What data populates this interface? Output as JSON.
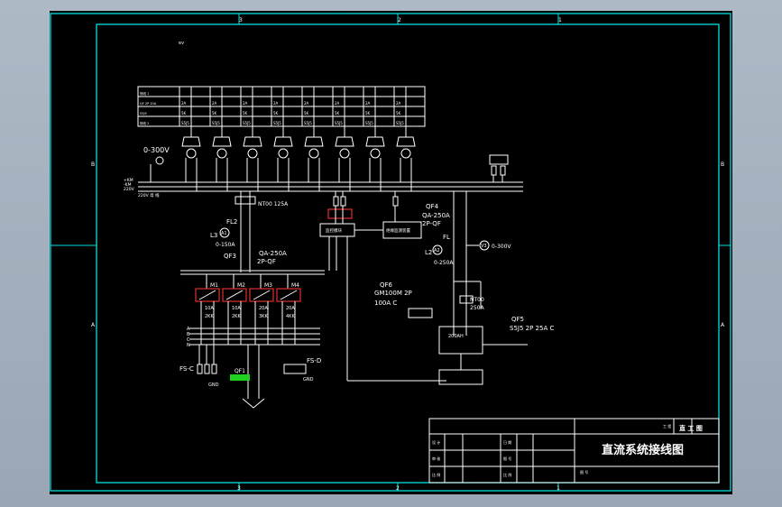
{
  "viewer": {
    "border_ticks_top": [
      "3",
      "2",
      "1"
    ],
    "border_ticks_bottom": [
      "3",
      "2",
      "1"
    ],
    "border_ticks_left": [
      "B",
      "A"
    ],
    "border_ticks_right": [
      "B",
      "A"
    ]
  },
  "diagram": {
    "top_mark": "ev",
    "voltmeter_range_left": "0-300V",
    "bus_labels": [
      "+KM",
      "-KM",
      "220V",
      "220V 母 线"
    ],
    "breaker_main": "NT00 125A",
    "fl2": "FL2",
    "l3": "L3",
    "a1": "A1",
    "a1_range": "0-150A",
    "qf3_type": "QA-250A",
    "qf3_pole": "2P-QF",
    "qf3": "QF3",
    "qf4": "QF4",
    "qf4_type": "QA-250A",
    "qf4_pole": "2P-QF",
    "fl": "FL",
    "l2": "L2",
    "a2": "A2",
    "a2_range": "0-250A",
    "v3": "V3",
    "v3_range": "0-300V",
    "control_box": "监控模块",
    "insulation_box": "绝缘监测装置",
    "modules": [
      "M1",
      "M2",
      "M3",
      "M4"
    ],
    "module_ratings": [
      "10A",
      "10A",
      "20A",
      "20A"
    ],
    "module_codes": [
      "2KK",
      "2KK",
      "3KK",
      "4KK"
    ],
    "qf6": "QF6",
    "qf6_type": "GM100M 2P",
    "qf6_rating": "100A C",
    "nt00_250": "NT00",
    "nt00_250_rating": "250A",
    "qf5": "QF5",
    "qf5_type": "S5J5 2P 25A C",
    "battery_current": "200AH",
    "fs_left": "FS-C",
    "fs_right": "FS-D",
    "qf1": "QF1",
    "gnd1": "GND",
    "gnd2": "GND",
    "phases": [
      "A",
      "B",
      "C",
      "N"
    ],
    "feeder_rows": [
      "馈线 1",
      "QF 2P 10A",
      "S5J5",
      "馈线 2"
    ],
    "feeder_cells": [
      "2A",
      "5K",
      "S5J5"
    ],
    "feeder_count": 8,
    "title_block": {
      "title": "直流系统接线图",
      "company": "直 工 图",
      "row_labels": [
        "设 计",
        "审 核",
        "比 例"
      ],
      "mid_labels": [
        "日 期",
        "图 号",
        "比 例"
      ],
      "small_a": "工 程",
      "small_b": "图 号"
    }
  },
  "colors": {
    "background": "#000000",
    "frame": "#00e0e0",
    "lines": "#ffffff",
    "red": "#e03030",
    "green": "#20d020",
    "text": "#ffffff"
  }
}
